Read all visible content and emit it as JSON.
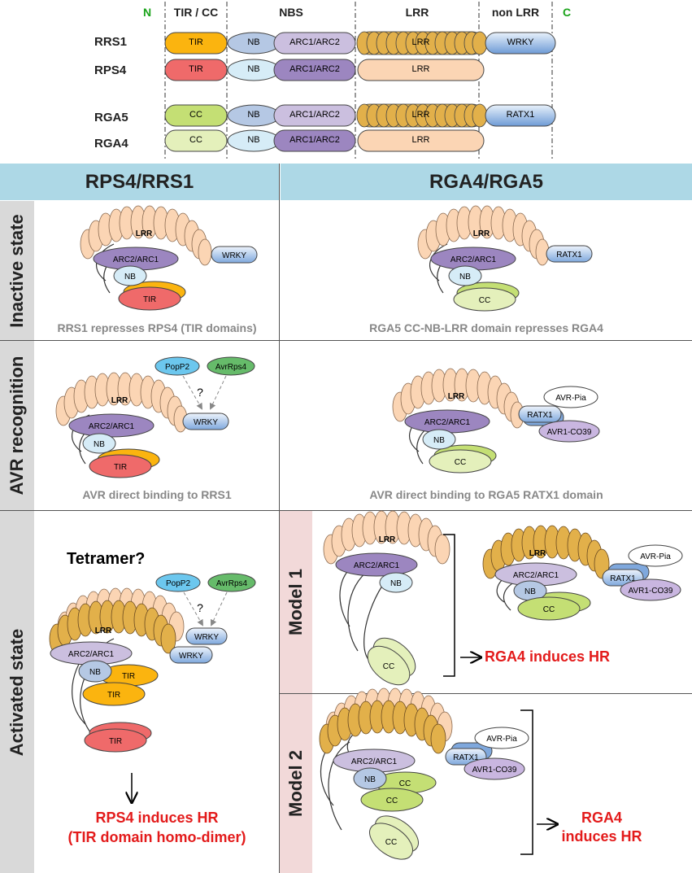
{
  "domain_header": {
    "n": "N",
    "tir_cc": "TIR / CC",
    "nbs": "NBS",
    "lrr": "LRR",
    "non_lrr": "non LRR",
    "c": "C"
  },
  "rows": [
    {
      "name": "RRS1",
      "n_domain": "TIR",
      "nb": "NB",
      "arc": "ARC1/ARC2",
      "lrr": "LRR",
      "extra": "WRKY"
    },
    {
      "name": "RPS4",
      "n_domain": "TIR",
      "nb": "NB",
      "arc": "ARC1/ARC2",
      "lrr": "LRR",
      "extra": ""
    },
    {
      "name": "RGA5",
      "n_domain": "CC",
      "nb": "NB",
      "arc": "ARC1/ARC2",
      "lrr": "LRR",
      "extra": "RATX1"
    },
    {
      "name": "RGA4",
      "n_domain": "CC",
      "nb": "NB",
      "arc": "ARC1/ARC2",
      "lrr": "LRR",
      "extra": ""
    }
  ],
  "columns": {
    "left": "RPS4/RRS1",
    "right": "RGA4/RGA5"
  },
  "states": {
    "inactive": "Inactive state",
    "recognition": "AVR recognition",
    "activated": "Activated state"
  },
  "captions": {
    "inactive_left": "RRS1 represses RPS4 (TIR domains)",
    "inactive_right": "RGA5 CC-NB-LRR domain represses RGA4",
    "recog_left": "AVR direct binding to RRS1",
    "recog_right": "AVR direct binding to RGA5 RATX1 domain"
  },
  "labels": {
    "lrr": "LRR",
    "arc": "ARC2/ARC1",
    "nb": "NB",
    "tir": "TIR",
    "cc": "CC",
    "wrky": "WRKY",
    "ratx1": "RATX1",
    "popp2": "PopP2",
    "avrrps4": "AvrRps4",
    "avrpia": "AVR-Pia",
    "avr1co39": "AVR1-CO39",
    "question": "?"
  },
  "activated": {
    "tetramer": "Tetramer?",
    "left_result_1": "RPS4 induces HR",
    "left_result_2": "(TIR domain homo-dimer)",
    "model1": "Model 1",
    "model2": "Model 2",
    "model1_result": "RGA4 induces HR",
    "model2_result_1": "RGA4",
    "model2_result_2": "induces HR"
  },
  "colors": {
    "tir_orange": "#fbb40f",
    "tir_red": "#ef6a6a",
    "cc_green": "#c4df74",
    "cc_light": "#e4f0bb",
    "nb_blue": "#b5c8e4",
    "nb_light": "#d6ecf7",
    "arc_light": "#cbbfdf",
    "arc_dark": "#9c86c0",
    "lrr_gold": "#e2b04a",
    "lrr_peach": "#fbd5b4",
    "wrky_blue": "#7fa8dd",
    "popp2": "#6cc7ee",
    "avrrps4": "#66bb6a",
    "avr1co39": "#c9b6e0",
    "header_blue": "#add8e6",
    "side_gray": "#d9d9d9",
    "model_pink": "#f2d9d9",
    "red_text": "#e31b1b"
  }
}
